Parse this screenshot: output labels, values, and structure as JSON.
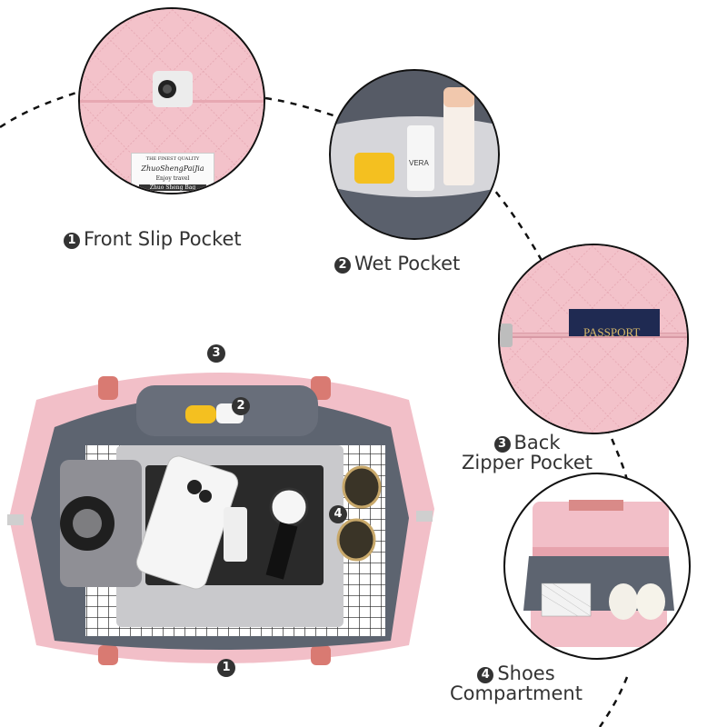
{
  "features": [
    {
      "num": "1",
      "label": "Front Slip Pocket"
    },
    {
      "num": "2",
      "label": "Wet Pocket"
    },
    {
      "num": "3",
      "label_line1": "Back",
      "label_line2": "Zipper Pocket"
    },
    {
      "num": "4",
      "label_line1": "Shoes",
      "label_line2": "Compartment"
    }
  ],
  "bag_markers": [
    "3",
    "2",
    "4",
    "1"
  ],
  "brand_tag": {
    "line1": "THE FINEST QUALITY",
    "line2": "ZhuoShengPaiJia",
    "line3": "Enjoy travel",
    "line4": "Zhuo Sheng Bag"
  },
  "passport_text": "PASSPORT",
  "bottle_labels": [
    "VERA"
  ],
  "colors": {
    "pink": "#f2c1c9",
    "pink_dark": "#e49aa6",
    "lining": "#5e6470",
    "tan_strap": "#d97a72"
  }
}
